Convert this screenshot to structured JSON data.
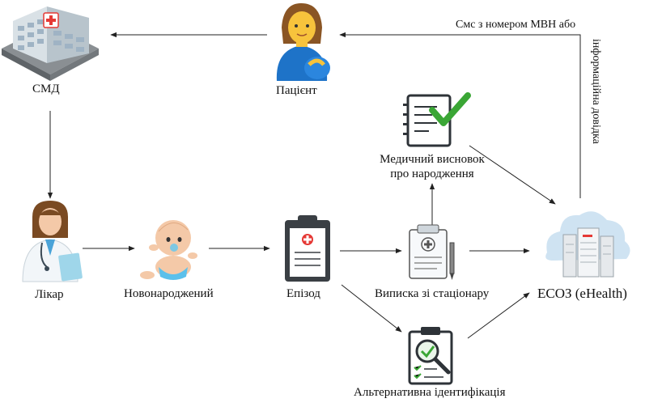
{
  "nodes": {
    "smd": {
      "label": "СМД",
      "icon": "hospital-building-icon"
    },
    "patient": {
      "label": "Пацієнт",
      "icon": "pregnant-woman-icon"
    },
    "doctor": {
      "label": "Лікар",
      "icon": "female-doctor-icon"
    },
    "newborn": {
      "label": "Новонароджений",
      "icon": "baby-icon"
    },
    "episode": {
      "label": "Епізод",
      "icon": "clipboard-medical-icon"
    },
    "discharge": {
      "label": "Виписка зі стаціонару",
      "icon": "medical-document-pen-icon"
    },
    "conclusion": {
      "line1": "Медичний висновок",
      "line2": "про народження",
      "icon": "checklist-document-icon"
    },
    "alt_id": {
      "label": "Альтернативна ідентифікація",
      "icon": "clipboard-search-icon"
    },
    "ecoz": {
      "label": "ЕСОЗ (eHealth)",
      "icon": "cloud-server-icon"
    }
  },
  "edges": {
    "sms_label": "Смс з номером МВН або",
    "info_label": "інформаційна довідка"
  },
  "colors": {
    "arrow": "#222222",
    "accent_red": "#e53935",
    "check_green": "#3aa635",
    "cloud_blue": "#cfe3f2"
  }
}
